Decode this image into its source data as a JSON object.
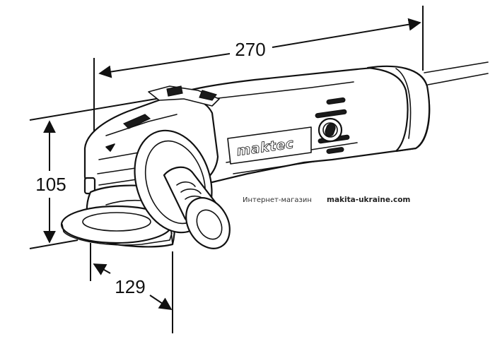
{
  "dimensions": {
    "length": "270",
    "height": "105",
    "depth": "129"
  },
  "brand": {
    "logo": "maktec"
  },
  "watermark": {
    "prefix": "Интернет-магазин",
    "site": "makita-ukraine.com"
  }
}
